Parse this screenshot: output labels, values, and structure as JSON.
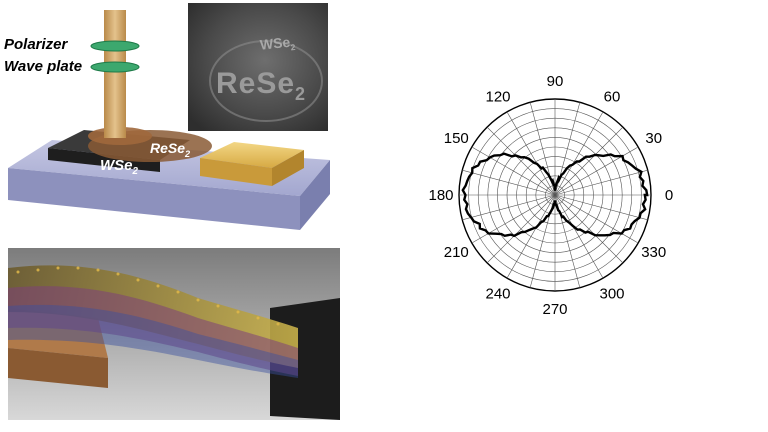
{
  "device": {
    "polarizer_label": "Polarizer",
    "waveplate_label": "Wave plate",
    "wse2_label": {
      "base": "WSe",
      "sub": "2"
    },
    "rese2_label": {
      "base": "ReSe",
      "sub": "2"
    }
  },
  "sem_inset": {
    "main_text": {
      "base": "ReSe",
      "sub": "2"
    },
    "small_text": {
      "base": "WSe",
      "sub": "2"
    }
  },
  "chart_data": {
    "type": "polar",
    "angle_labels": [
      "0",
      "30",
      "60",
      "90",
      "120",
      "150",
      "180",
      "210",
      "240",
      "270",
      "300",
      "330"
    ],
    "angles_deg": [
      0,
      30,
      60,
      90,
      120,
      150,
      180,
      210,
      240,
      270,
      300,
      330
    ],
    "radial_rings": 10,
    "grid": true,
    "series": [
      {
        "values_at_angles_deg": [
          0,
          15,
          30,
          45,
          60,
          75,
          90,
          105,
          120,
          135,
          150,
          165,
          180,
          195,
          210,
          225,
          240,
          255,
          270,
          285,
          300,
          315,
          330,
          345
        ],
        "values": [
          0.95,
          0.91,
          0.79,
          0.58,
          0.37,
          0.18,
          0.06,
          0.18,
          0.37,
          0.58,
          0.79,
          0.91,
          0.95,
          0.91,
          0.79,
          0.58,
          0.37,
          0.18,
          0.06,
          0.18,
          0.37,
          0.58,
          0.79,
          0.91
        ]
      }
    ]
  },
  "colors": {
    "substrate": "#9fa3c9",
    "gold_electrode": "#e8c25e",
    "dark_electrode": "#2b2b2b",
    "curve": "#000000"
  }
}
